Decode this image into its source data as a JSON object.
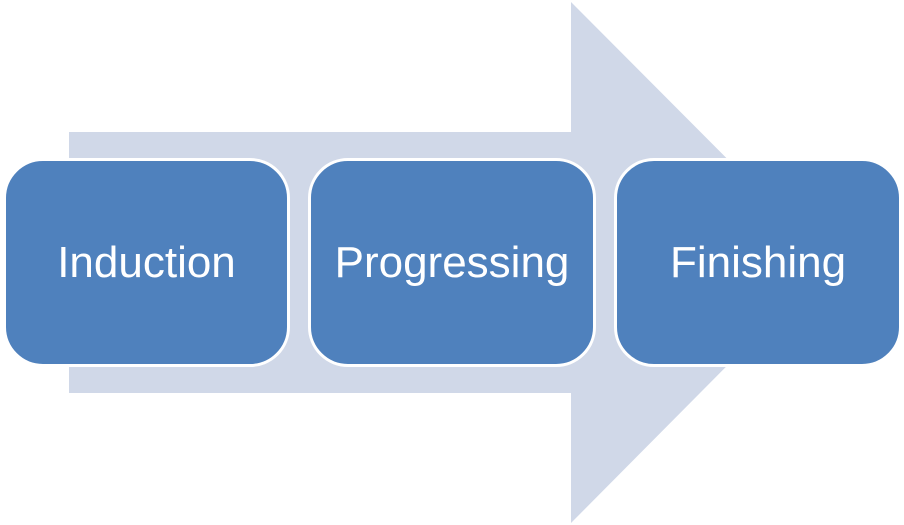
{
  "process": {
    "stages": [
      {
        "label": "Induction"
      },
      {
        "label": "Progressing"
      },
      {
        "label": "Finishing"
      }
    ],
    "colors": {
      "arrow": "#d0d8e8",
      "stage_fill": "#4f81bd",
      "stage_border": "#ffffff",
      "stage_text": "#ffffff"
    }
  }
}
